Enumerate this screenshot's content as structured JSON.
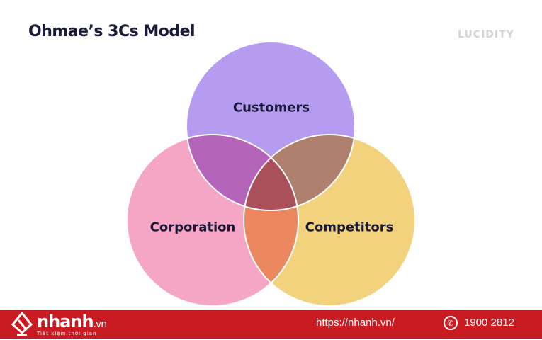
{
  "title": "Ohmae’s 3Cs Model",
  "brand": "LUCIDITY",
  "circles": {
    "top": "Customers",
    "left": "Corporation",
    "right": "Competitors"
  },
  "colors": {
    "customers": "#b69cf1",
    "corporation": "#f5a6c4",
    "competitors": "#f2d27c",
    "cust_corp": "#b465b9",
    "cust_comp": "#b0806f",
    "corp_comp": "#ec8860",
    "all": "#a9505b",
    "footer": "#c91b22"
  },
  "footer": {
    "logo": "nhanh",
    "logo_suffix": ".vn",
    "tagline": "Tiết kiệm thời gian",
    "url": "https://nhanh.vn/",
    "phone": "1900 2812"
  }
}
